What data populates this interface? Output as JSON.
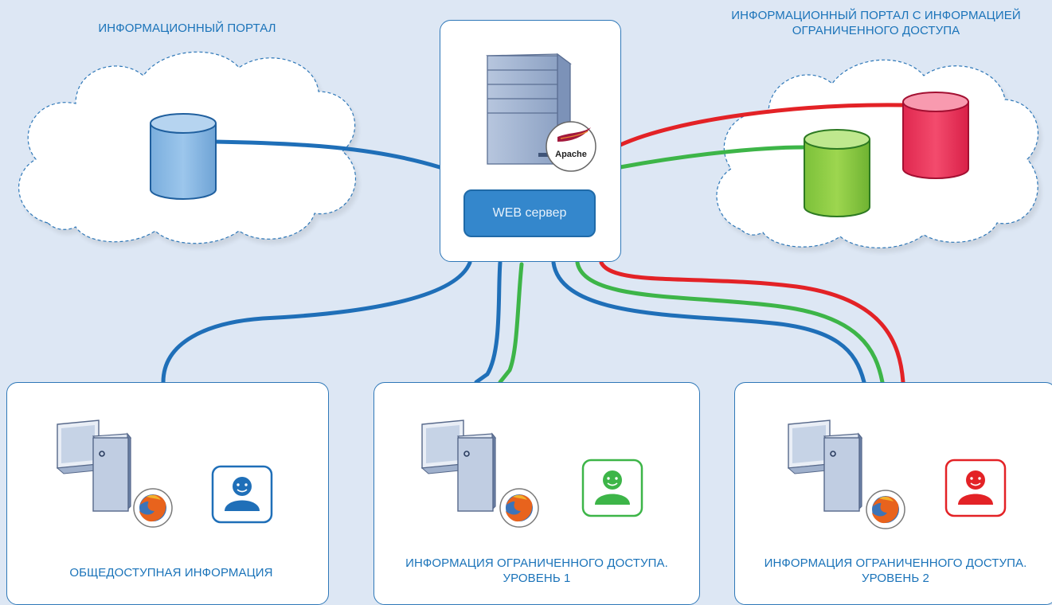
{
  "labels": {
    "portal_left": "ИНФОРМАЦИОННЫЙ ПОРТАЛ",
    "portal_right": [
      "ИНФОРМАЦИОННЫЙ ПОРТАЛ С ИНФОРМАЦИЕЙ",
      "ОГРАНИЧЕННОГО ДОСТУПА"
    ],
    "server_button": "WEB сервер",
    "apache_badge": "Apache",
    "client_public": "ОБЩЕДОСТУПНАЯ ИНФОРМАЦИЯ",
    "client_level1": [
      "ИНФОРМАЦИЯ ОГРАНИЧЕННОГО ДОСТУПА.",
      "УРОВЕНЬ 1"
    ],
    "client_level2": [
      "ИНФОРМАЦИЯ ОГРАНИЧЕННОГО ДОСТУПА.",
      "УРОВЕНЬ 2"
    ]
  },
  "colors": {
    "public": "#1f6fb8",
    "level1": "#3db548",
    "level2": "#e32226"
  },
  "icons": [
    "database-icon",
    "server-tower-icon",
    "apache-feather-icon",
    "desktop-computer-icon",
    "firefox-icon",
    "user-avatar-icon"
  ]
}
